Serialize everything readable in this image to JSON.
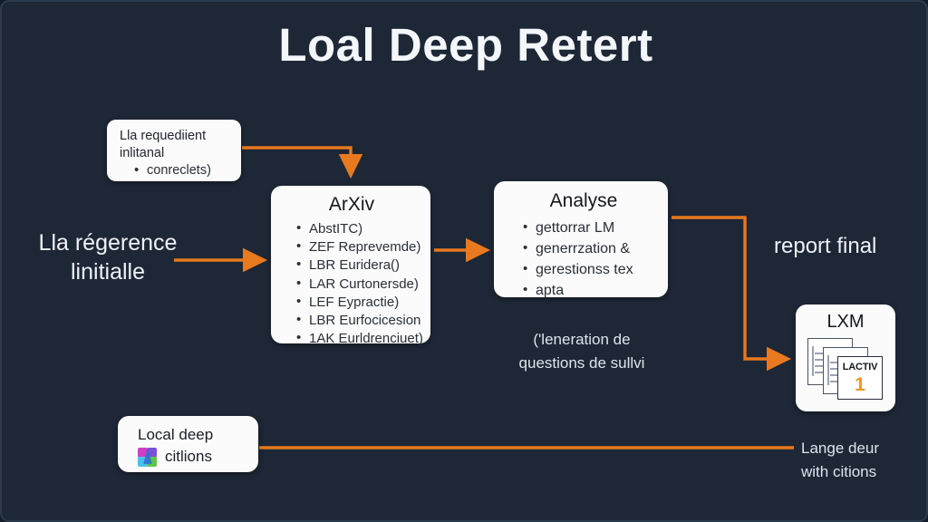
{
  "title": "Loal Deep Retert",
  "theme": {
    "background": "#1d2736",
    "card_background": "#fbfbfb",
    "accent_orange": "#e8791e",
    "title_color": "#f4f7fa"
  },
  "cards": {
    "requirements": {
      "lines": [
        "Lla requediient",
        "inlitanal"
      ],
      "bullets": [
        "conreclets)"
      ]
    },
    "arxiv": {
      "title": "ArXiv",
      "bullets": [
        "AbstITC)",
        "ZEF Reprevemde)",
        "LBR Euridera()",
        "LAR Curtonersde)",
        "LEF Eypractie)",
        "LBR Eurfocicesion",
        "1AK Eurldrenciuet)"
      ]
    },
    "analyse": {
      "title": "Analyse",
      "bullets": [
        "gettorrar LM",
        "generrzation &",
        "gerestionss tex",
        "apta"
      ]
    },
    "lxm": {
      "title": "LXM",
      "doc_label": "LACTIV",
      "doc_number": "1"
    },
    "local": {
      "line1": "Local deep",
      "line2": "citlions",
      "icon": "multicolor-square-icon"
    }
  },
  "labels": {
    "source_line1": "Lla régerence",
    "source_line2": "linitialle",
    "report_final": "report final",
    "followup_line1": "('leneration de",
    "followup_line2": "questions de sullvi",
    "bottom_line1": "Lange deur",
    "bottom_line2": "with citions"
  }
}
